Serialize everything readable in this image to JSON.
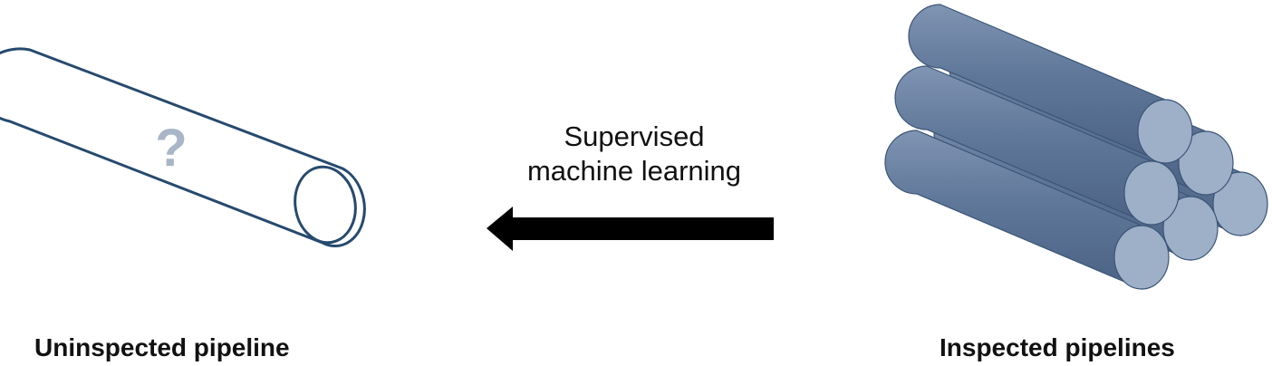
{
  "left": {
    "label": "Uninspected pipeline",
    "mark": "?"
  },
  "right": {
    "label": "Inspected pipelines"
  },
  "arrow": {
    "line1": "Supervised",
    "line2": "machine learning",
    "direction": "left"
  },
  "colors": {
    "outline": "#264a6e",
    "question": "#a9b6c8",
    "pipe_body": "#5f7799",
    "pipe_end": "#9db0c8",
    "pipe_stroke": "#3c5577",
    "arrow": "#000000"
  }
}
